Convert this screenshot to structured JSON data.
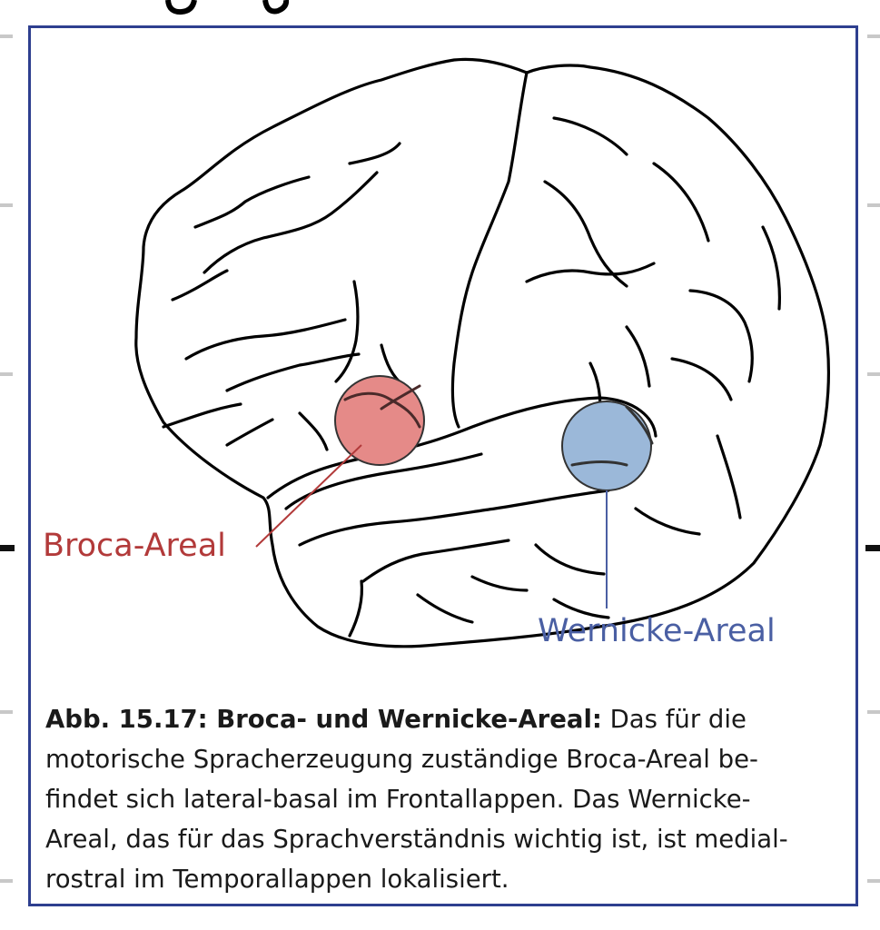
{
  "figure": {
    "labels": {
      "broca": "Broca-Areal",
      "wernicke": "Wernicke-Areal"
    },
    "caption": {
      "title": "Abb. 15.17: Broca- und Wernicke-Areal:",
      "lines": [
        " Das für die",
        "motorische Spracherzeugung zuständige Broca-Areal be-",
        "findet sich lateral-basal im Frontallappen. Das Wernicke-",
        "Areal, das für das Sprachverständnis wichtig ist, ist medial-",
        "rostral im Temporallappen lokalisiert."
      ]
    }
  },
  "colors": {
    "frame": "#2e3f8f",
    "broca_fill": "#e58a88",
    "broca_label": "#b23a3a",
    "wernicke_fill": "#9bb8d9",
    "wernicke_label": "#4a5fa3",
    "outline": "#000000"
  }
}
